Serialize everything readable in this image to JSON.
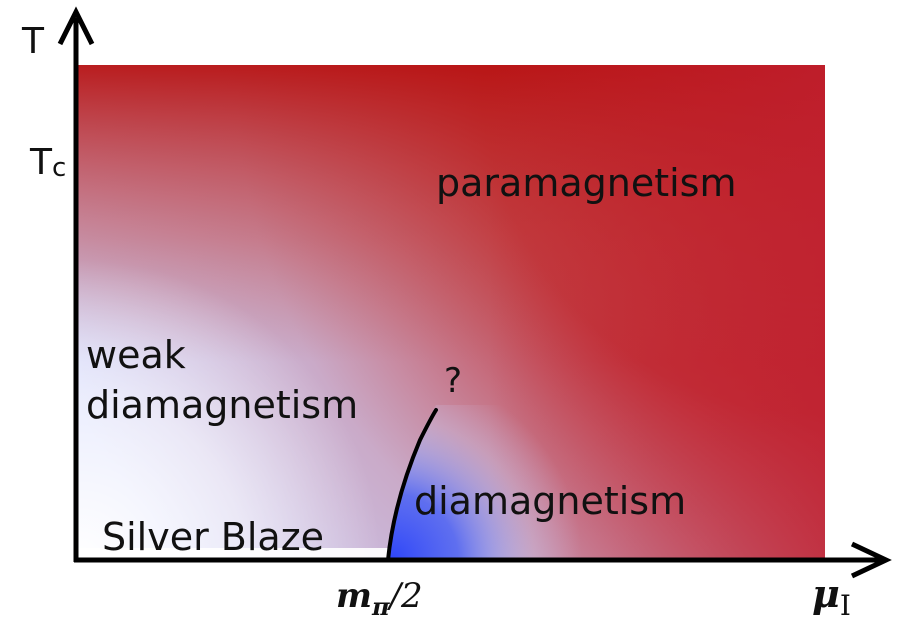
{
  "axes": {
    "y_label": "T",
    "y_tick_main": "T",
    "y_tick_sub": "c",
    "x_tick_main": "m",
    "x_tick_sub": "π",
    "x_tick_tail": "/2",
    "x_label_main": "μ",
    "x_label_sub": "I"
  },
  "regions": {
    "paramagnetism": "paramagnetism",
    "weak_line1": "weak",
    "weak_line2": "diamagnetism",
    "diamagnetism": "diamagnetism",
    "silver_blaze": "Silver Blaze",
    "question": "?"
  },
  "colors": {
    "hot": "#c00a0a",
    "cool": "#cfd6ff",
    "strong": "#3050f8",
    "axis": "#000000"
  }
}
